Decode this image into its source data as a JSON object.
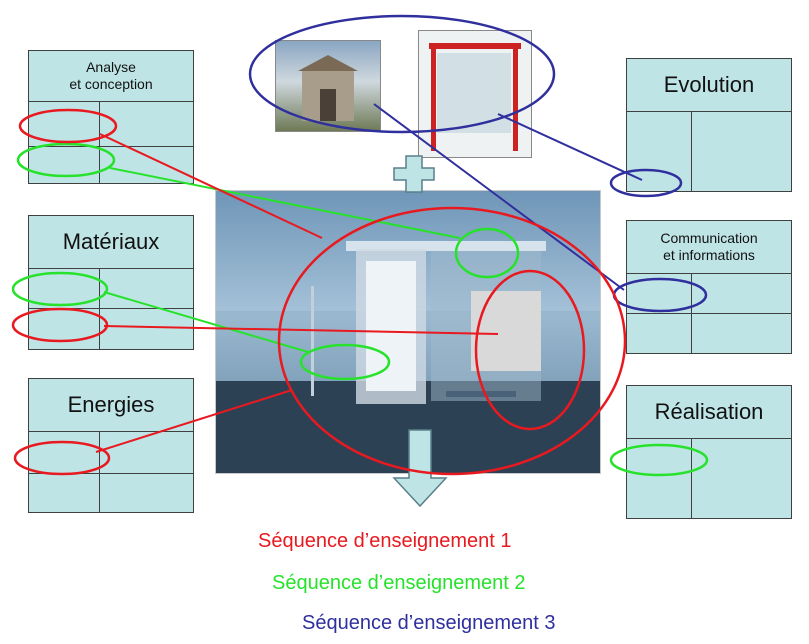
{
  "boxes": {
    "analyse": "Analyse\net conception",
    "evolution": "Evolution",
    "materiaux": "Matériaux",
    "communication": "Communication\net informations",
    "energies": "Energies",
    "realisation": "Réalisation"
  },
  "legend": {
    "seq1": "Séquence d’enseignement 1",
    "seq2": "Séquence d’enseignement 2",
    "seq3": "Séquence d’enseignement 3"
  },
  "colors": {
    "seq1": "#e8191f",
    "seq2": "#27e22b",
    "seq3": "#2f2f9e",
    "box_fill": "#bfe4e6",
    "arrow_fill": "#bfe4e6"
  },
  "icons": [
    "plus-arrow-icon",
    "down-arrow-icon"
  ]
}
